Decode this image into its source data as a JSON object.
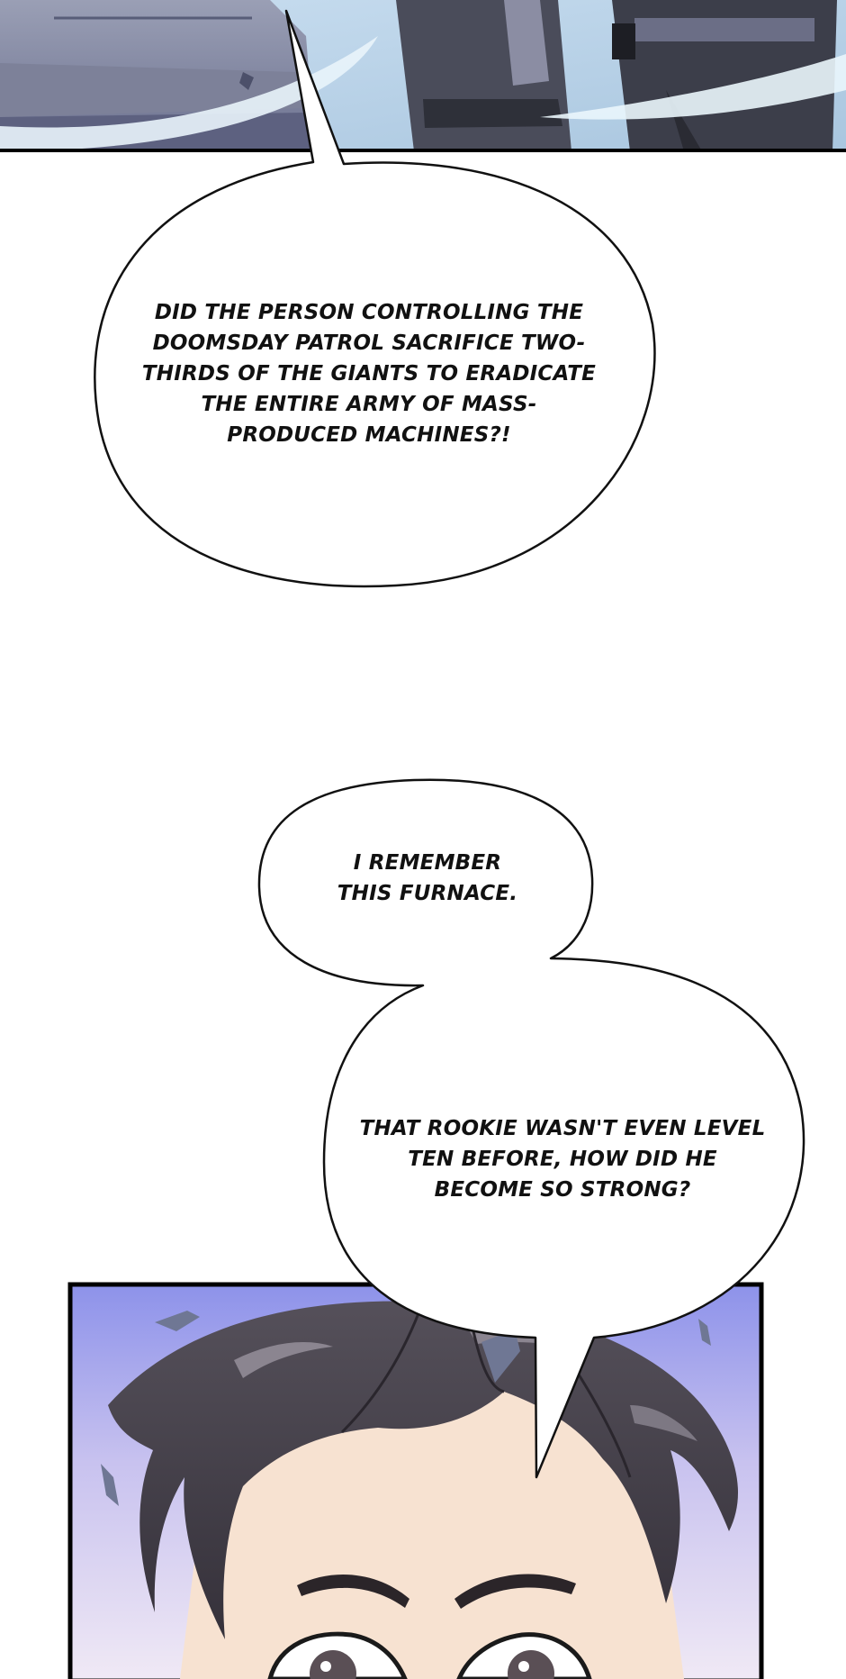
{
  "colors": {
    "panel_border": "#000000",
    "bubble_fill": "#ffffff",
    "bubble_outline": "#111111",
    "sky_top": "#8f95ec",
    "sky_bottom": "#ede6f4",
    "hair": "#3f3a3e",
    "skin": "#f7e2d1",
    "top_panel_bg": "#bcd6ea"
  },
  "panels": {
    "top_panel": {
      "description_icon": "armored-figures-scene"
    },
    "bottom_panel": {
      "description_icon": "worried-character-face"
    }
  },
  "bubbles": {
    "bubble1": {
      "lines": [
        "DID THE PERSON CONTROLLING THE",
        "DOOMSDAY PATROL SACRIFICE TWO-",
        "THIRDS OF THE GIANTS TO ERADICATE",
        "THE ENTIRE ARMY OF MASS-",
        "PRODUCED MACHINES?!"
      ]
    },
    "bubble2": {
      "lines": [
        "I REMEMBER",
        "THIS FURNACE."
      ]
    },
    "bubble3": {
      "lines": [
        "THAT ROOKIE WASN'T EVEN LEVEL",
        "TEN BEFORE, HOW DID HE",
        "BECOME SO STRONG?"
      ]
    }
  }
}
